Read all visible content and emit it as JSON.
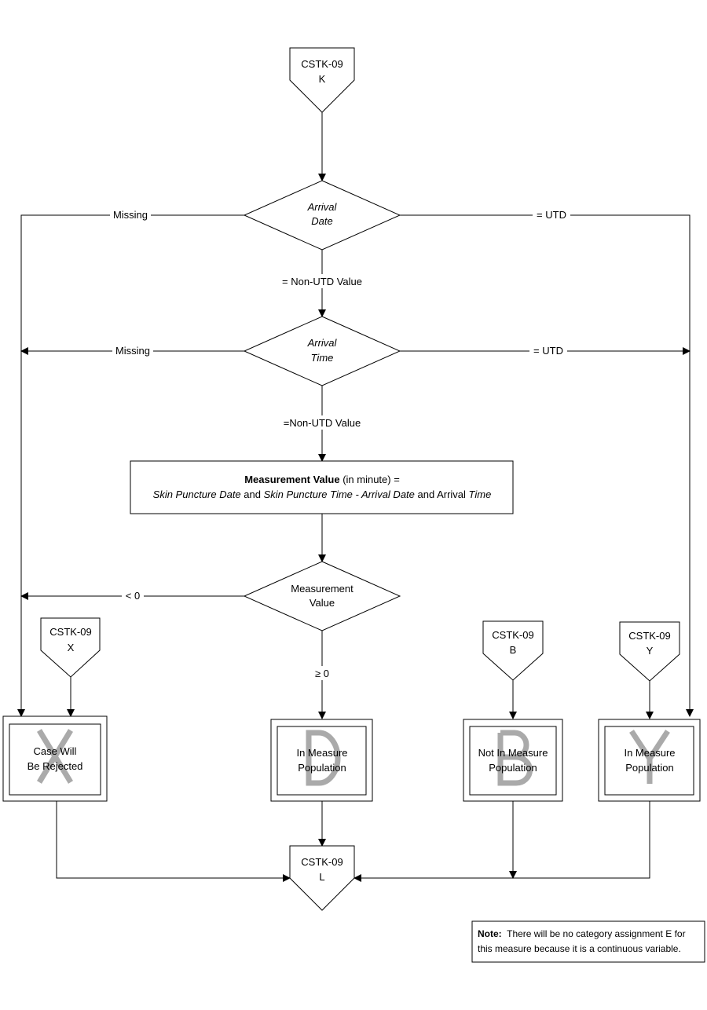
{
  "connectors": {
    "start": {
      "line1": "CSTK-09",
      "line2": "K"
    },
    "x": {
      "line1": "CSTK-09",
      "line2": "X"
    },
    "b": {
      "line1": "CSTK-09",
      "line2": "B"
    },
    "y": {
      "line1": "CSTK-09",
      "line2": "Y"
    },
    "end": {
      "line1": "CSTK-09",
      "line2": "L"
    }
  },
  "decisions": {
    "arrival_date": {
      "line1": "Arrival",
      "line2": "Date",
      "left": "Missing",
      "right": "= UTD",
      "down": "= Non-UTD Value"
    },
    "arrival_time": {
      "line1": "Arrival",
      "line2": "Time",
      "left": "Missing",
      "right": "= UTD",
      "down": "=Non-UTD Value"
    },
    "measurement_value": {
      "line1": "Measurement",
      "line2": "Value",
      "left": "< 0",
      "down": "≥ 0"
    }
  },
  "process": {
    "bold": "Measurement Value",
    "rest": " (in minute) =",
    "f1": "Skin Puncture Date",
    "f2": " and ",
    "f3": "Skin Puncture Time - Arrival Date",
    "f4": " and Arrival ",
    "f5": "Time"
  },
  "outcomes": [
    {
      "letter": "X",
      "line1": "Case Will",
      "line2": "Be Rejected"
    },
    {
      "letter": "D",
      "line1": "In Measure",
      "line2": "Population"
    },
    {
      "letter": "B",
      "line1": "Not In Measure",
      "line2": "Population"
    },
    {
      "letter": "Y",
      "line1": "In Measure",
      "line2": "Population"
    }
  ],
  "note": {
    "label": "Note:",
    "line1": "  There will be no category assignment E for",
    "line2": "this measure because it is a continuous variable."
  }
}
